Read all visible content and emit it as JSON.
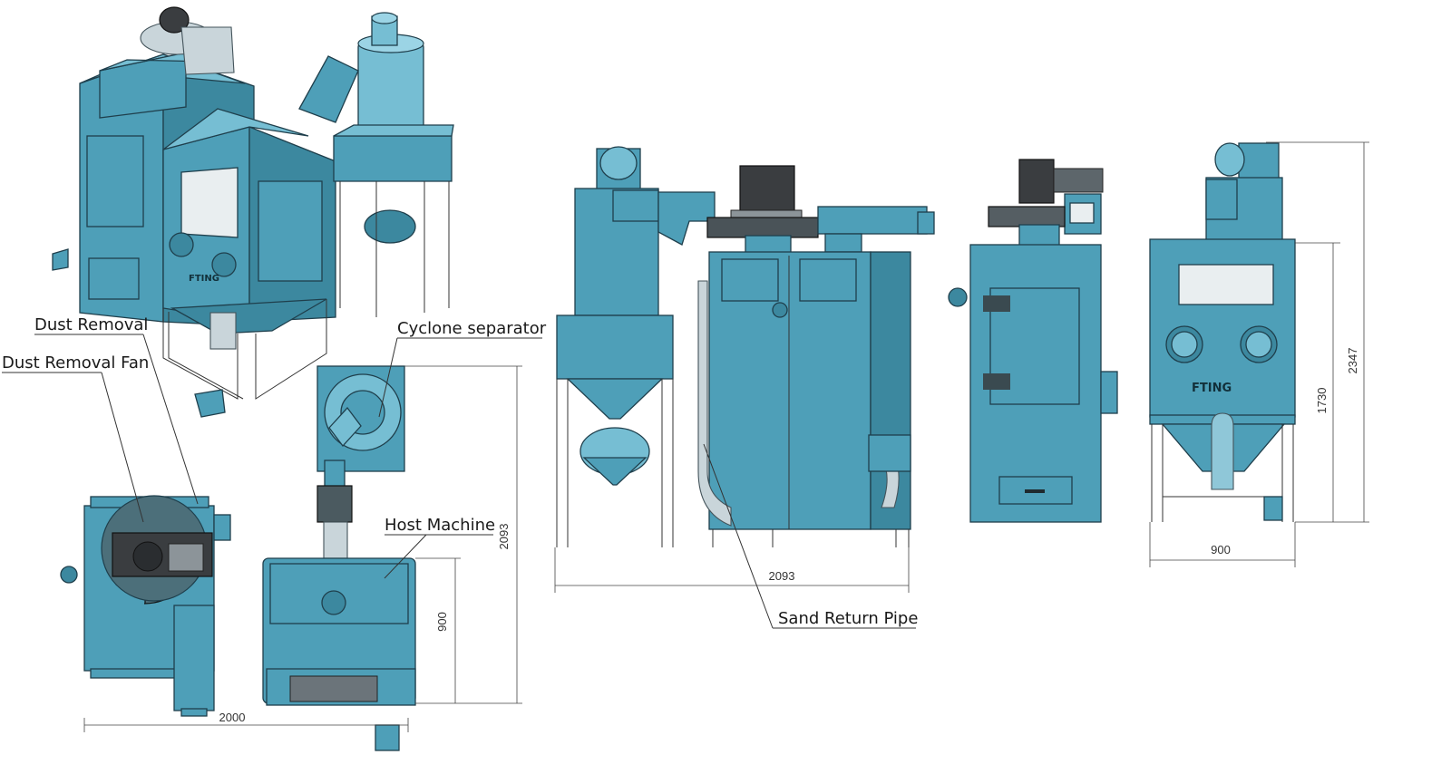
{
  "labels": {
    "dust_removal": "Dust Removal",
    "dust_removal_fan": "Dust Removal Fan",
    "cyclone_separator": "Cyclone separator",
    "host_machine": "Host Machine",
    "sand_return_pipe": "Sand Return Pipe"
  },
  "dimensions": {
    "top_view_width": "2000",
    "top_view_depth": "2093",
    "host_depth": "900",
    "front_width": "2093",
    "side_width": "900",
    "side_height_body": "1730",
    "side_height_total": "2347"
  },
  "brand": {
    "logo_text": "FTING"
  },
  "colors": {
    "machine_body": "#4e9fb8",
    "machine_dark": "#3c889f",
    "motor": "#3a3d40",
    "pipe": "#c9d5da"
  }
}
